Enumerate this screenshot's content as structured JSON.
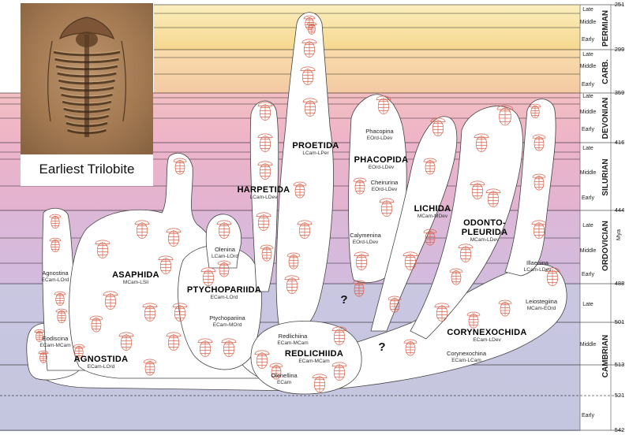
{
  "photo_caption": "Earliest Trilobite",
  "axis_unit": "Mya",
  "ages": [
    "251",
    "299",
    "359",
    "416",
    "444",
    "488",
    "501",
    "513",
    "521",
    "542"
  ],
  "periods": [
    "PERMIAN",
    "CARB.",
    "DEVONIAN",
    "SILURIAN",
    "ORDOVICIAN",
    "CAMBRIAN"
  ],
  "epochs": {
    "permian": [
      "Late",
      "Middle",
      "Early"
    ],
    "carboniferous": [
      "Late",
      "Middle",
      "Early"
    ],
    "devonian": [
      "Late",
      "Middle",
      "Early"
    ],
    "silurian": [
      "Late",
      "Middle",
      "Early"
    ],
    "ordovician": [
      "Late",
      "Middle",
      "Early"
    ],
    "cambrian": [
      "Late",
      "Middle",
      "Early"
    ]
  },
  "orders": {
    "agnostida": {
      "name": "AGNOSTIDA",
      "range": "ECam-LOrd"
    },
    "asaphida": {
      "name": "ASAPHIDA",
      "range": "MCam-LSil"
    },
    "ptychopariida": {
      "name": "PTYCHOPARIIDA",
      "range": "ECam-LOrd"
    },
    "harpetida": {
      "name": "HARPETIDA",
      "range": "LCam-LDev"
    },
    "proetida": {
      "name": "PROETIDA",
      "range": "LCam-LPer"
    },
    "phacopida": {
      "name": "PHACOPIDA",
      "range": "EOrd-LDev"
    },
    "lichida": {
      "name": "LICHIDA",
      "range": "MCam-MDev"
    },
    "odontopleurida_1": {
      "name": "ODONTO-"
    },
    "odontopleurida_2": {
      "name": "PLEURIDA",
      "range": "MCam-LDev"
    },
    "corynexochida": {
      "name": "CORYNEXOCHIDA",
      "range": "ECam-LDev"
    },
    "redlichiida": {
      "name": "REDLICHIIDA",
      "range": "ECam-MCam"
    }
  },
  "suborders": {
    "agnostina": {
      "name": "Agnostina",
      "range": "ECam-LOrd"
    },
    "eodiscina": {
      "name": "Eodiscina",
      "range": "ECam-MCam"
    },
    "olenina": {
      "name": "Olenina",
      "range": "LCam-LOrd"
    },
    "ptychopariina": {
      "name": "Ptychopariina",
      "range": "ECam-MOrd"
    },
    "phacopina": {
      "name": "Phacopina",
      "range": "EOrd-LDev"
    },
    "cheirurina": {
      "name": "Cheirurina",
      "range": "EOrd-LDev"
    },
    "calymenina": {
      "name": "Calymenina",
      "range": "EOrd-LDev"
    },
    "illaenina": {
      "name": "Illaenina",
      "range": "LCam-LDev"
    },
    "leiostegiina": {
      "name": "Leiostegiina",
      "range": "MCam-EOrd"
    },
    "redlichiina": {
      "name": "Redlichiina",
      "range": "ECam-MCam"
    },
    "olenellina": {
      "name": "Olenellina",
      "range": "ECam"
    },
    "corynexochina": {
      "name": "Corynexochina",
      "range": "ECam-LCam"
    }
  },
  "question_mark": "?",
  "colors": {
    "permian": "#f8e4a6",
    "carboniferous": "#f6d3a6",
    "devonian": "#f0bcc6",
    "silurian": "#e9b3cc",
    "ordovician": "#d9b8d9",
    "cambrian": "#c5c5df",
    "branch_fill": "#ffffff",
    "trilobite": "#d9604a"
  }
}
